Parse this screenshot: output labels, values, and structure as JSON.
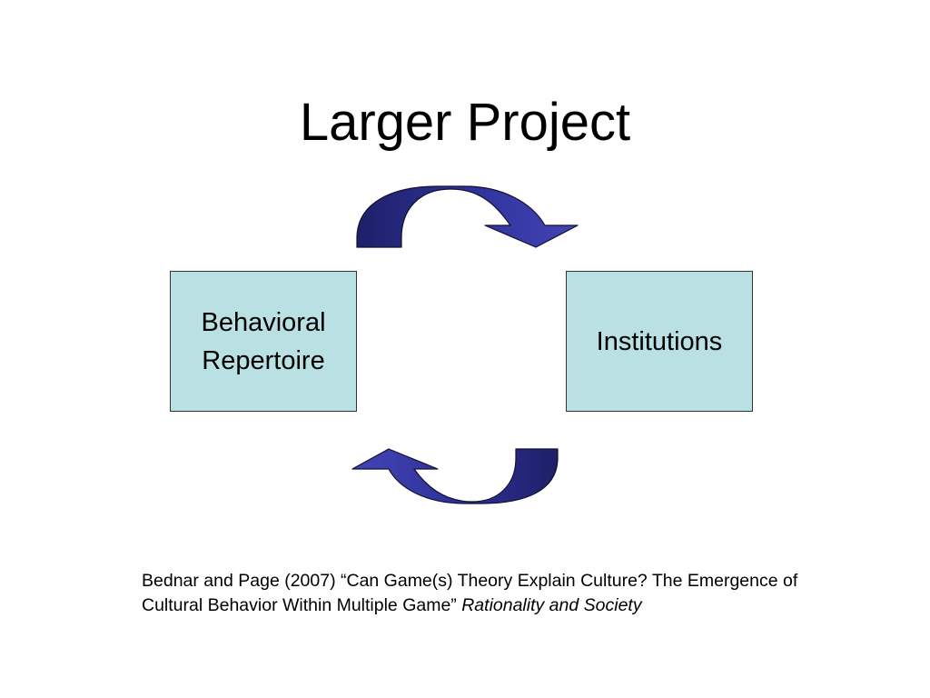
{
  "slide": {
    "title": "Larger Project",
    "nodes": [
      {
        "label_line1": "Behavioral",
        "label_line2": "Repertoire"
      },
      {
        "label": "Institutions"
      }
    ],
    "citation": {
      "text": "Bednar and Page (2007)  “Can Game(s) Theory Explain Culture?  The Emergence of Cultural Behavior Within Multiple Game” ",
      "journal": "Rationality and Society"
    }
  },
  "colors": {
    "box_fill": "#b9e1e4",
    "box_border": "#333333",
    "arrow_fill_dark": "#22236e",
    "arrow_fill_light": "#3c3faa",
    "arrow_outline": "#111133",
    "text": "#000000"
  }
}
